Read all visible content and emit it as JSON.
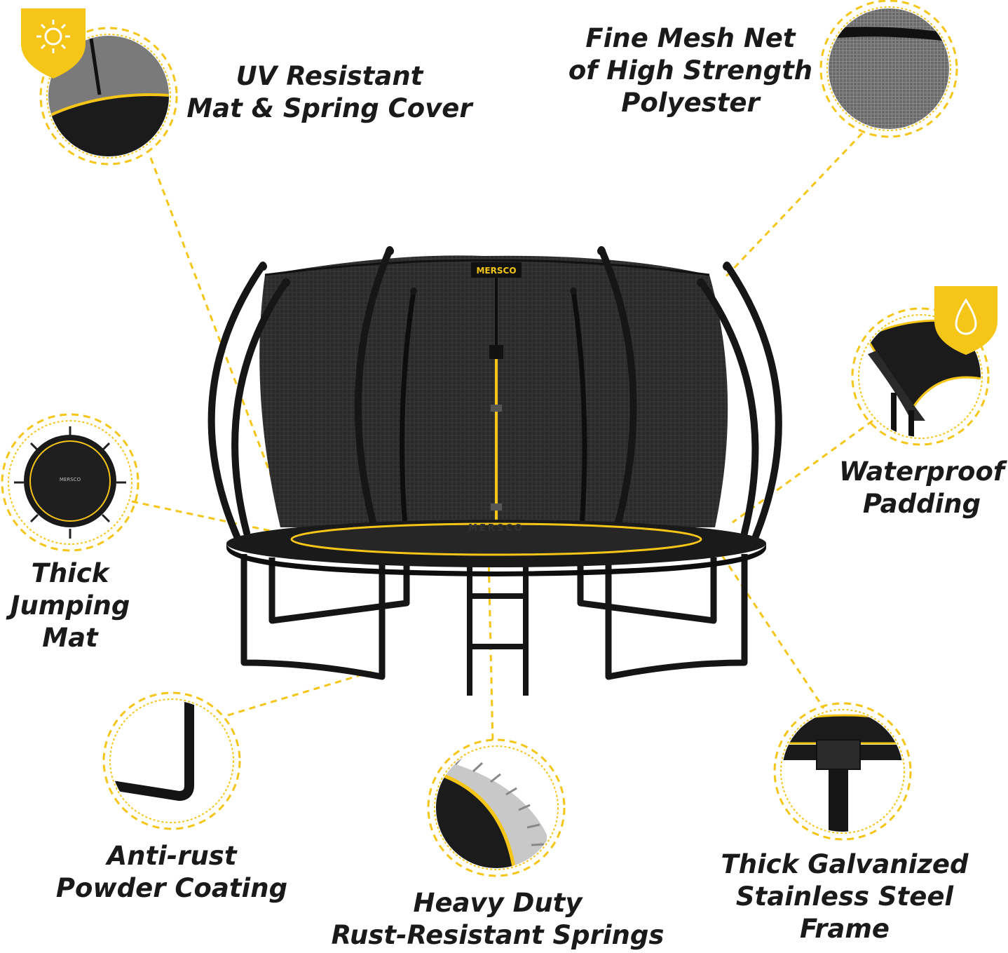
{
  "brand": {
    "name": "MERSCO",
    "mat_name": "MERSCO"
  },
  "colors": {
    "accent": "#f5c518",
    "frame": "#141414",
    "mat": "#1c1c1c",
    "net": "#2b2b2b"
  },
  "features": {
    "uv": {
      "lines": [
        "UV Resistant",
        "Mat & Spring Cover"
      ],
      "badge_icon": "sun-icon"
    },
    "mesh": {
      "lines": [
        "Fine Mesh Net",
        "of High Strength",
        "Polyester"
      ]
    },
    "padding": {
      "lines": [
        "Waterproof",
        "Padding"
      ],
      "badge_icon": "water-drop-icon"
    },
    "mat": {
      "lines": [
        "Thick",
        "Jumping",
        "Mat"
      ]
    },
    "coating": {
      "lines": [
        "Anti-rust",
        "Powder Coating"
      ]
    },
    "springs": {
      "lines": [
        "Heavy Duty",
        "Rust-Resistant Springs"
      ]
    },
    "frame": {
      "lines": [
        "Thick Galvanized",
        "Stainless Steel",
        "Frame"
      ]
    }
  }
}
